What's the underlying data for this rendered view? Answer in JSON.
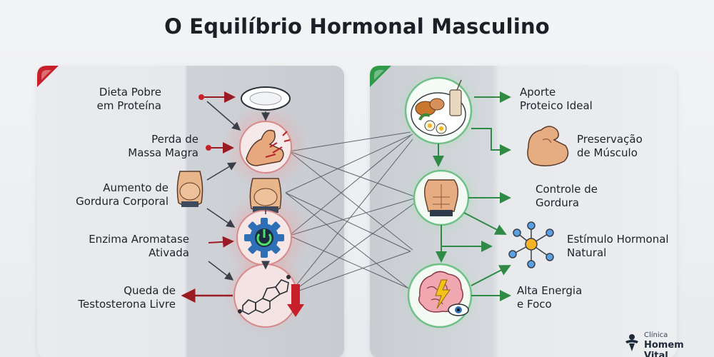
{
  "title": "O Equilíbrio Hormonal Masculino",
  "left": {
    "items": [
      {
        "line1": "Dieta Pobre",
        "line2": "em Proteína"
      },
      {
        "line1": "Perda de",
        "line2": "Massa Magra"
      },
      {
        "line1": "Aumento de",
        "line2": "Gordura Corporal"
      },
      {
        "line1": "Enzima Aromatase",
        "line2": "Ativada"
      },
      {
        "line1": "Queda de",
        "line2": "Testosterona Livre"
      }
    ]
  },
  "right": {
    "items": [
      {
        "line1": "Aporte",
        "line2": "Proteico Ideal"
      },
      {
        "line1": "Preservação",
        "line2": "de Músculo"
      },
      {
        "line1": "Controle de",
        "line2": "Gordura"
      },
      {
        "line1": "Estímulo Hormonal",
        "line2": "Natural"
      },
      {
        "line1": "Alta Energia",
        "line2": "e Foco"
      }
    ]
  },
  "brand": {
    "line1": "Clínica",
    "line2": "Homem Vital"
  },
  "colors": {
    "negative": "#c8202a",
    "positive": "#2f9a4a",
    "connector": "#3a3f47"
  },
  "icons": [
    "plate-icon",
    "broken-arm-icon",
    "belly-icon",
    "aromatase-gear-icon",
    "steroid-molecule-icon",
    "food-plate-icon",
    "flexed-arm-icon",
    "fit-torso-icon",
    "hormone-network-icon",
    "brain-energy-icon"
  ]
}
